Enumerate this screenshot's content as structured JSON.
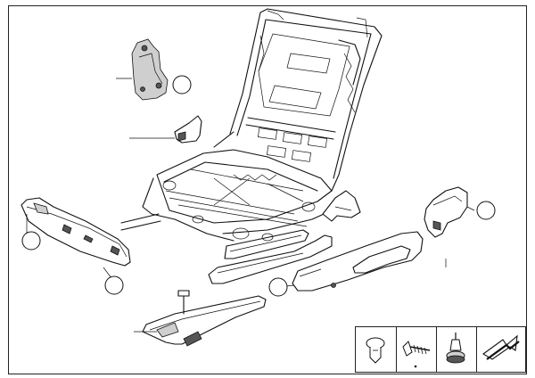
{
  "diagram": {
    "background": "#ffffff",
    "line_color": "#111111",
    "callouts": [
      {
        "id": "callout-mount-bracket",
        "text": ""
      },
      {
        "id": "callout-left-trim",
        "text": ""
      },
      {
        "id": "callout-left-trim-lower",
        "text": ""
      },
      {
        "id": "callout-side-trim",
        "text": ""
      },
      {
        "id": "callout-right-cover",
        "text": ""
      }
    ],
    "legend": {
      "icons": [
        "push-rivet-icon",
        "screw-icon",
        "expanding-rivet-icon",
        "arrow-icon"
      ]
    }
  }
}
